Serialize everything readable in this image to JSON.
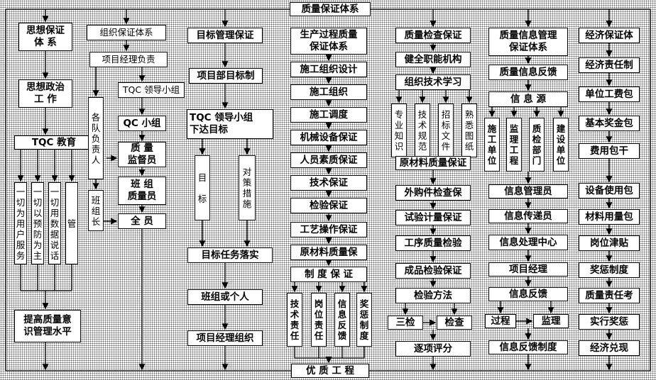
{
  "top": "质量保证体系",
  "bottom": "优 质 工 程",
  "col1": {
    "a": "思想保证\n体   系",
    "b": "思想政治\n工   作",
    "c": "TQC 教育",
    "v": [
      "一切为用户服务",
      "一切以预防为主",
      "一切用数据说话",
      "管"
    ],
    "d": "提高质量意\n识管理水平"
  },
  "col2": {
    "a": "组织保证体系",
    "b": "项目经理负责",
    "c": "各\n队\n负\n责\n人",
    "d": "TQC 领导小组",
    "e": "QC 小组",
    "f": "质   量\n监督员",
    "g": "班   组\n质量员",
    "h": "班\n组\n长",
    "i": "全   员"
  },
  "col3": {
    "a": "目标管理保证",
    "b": "项目部目标制",
    "c": "TQC 领导小组\n下达目标",
    "d": "目\n\n标",
    "e": "对\n策\n措\n施",
    "f": "目标任务落实",
    "g": "班组或个人",
    "h": "项目经理组织"
  },
  "col4": {
    "items": [
      "生产过程质量\n保证体系",
      "施工组织设计",
      "施工组织",
      "施工调度",
      "机械设备保证",
      "人员素质保证",
      "技术保证",
      "检验保证",
      "工艺操作保证",
      "原材料质量保"
    ],
    "sys": "制  度  保  证",
    "subs": [
      "技\n术\n责\n任",
      "岗\n位\n责\n任",
      "信\n息\n反\n馈",
      "奖\n惩\n制\n度"
    ]
  },
  "col5": {
    "items": [
      "质量检查保证",
      "健全职能机构",
      "组织技术学习"
    ],
    "subs": [
      "专\n业\n知\n识",
      "技\n术\n规\n范",
      "招\n标\n文\n件",
      "熟\n悉\n图\n纸"
    ],
    "items2": [
      "原材料质量保证",
      "外购件检查保",
      "试验计量保证",
      "工序质量检验",
      "成品检验保证",
      "检验方法"
    ],
    "m1": "三检",
    "m2": "检查",
    "last": "逐项评分"
  },
  "col6": {
    "a": "质量信息管理\n保证体系",
    "b": "质量信息反馈",
    "c": "信    息    源",
    "subs": [
      "施\n工\n单\n位",
      "监\n理\n工\n程",
      "质\n检\n部\n门",
      "建\n设\n单\n位"
    ],
    "items": [
      "信息管理员",
      "信息传递员",
      "信息处理中心",
      "项目经理",
      "信息反馈"
    ],
    "m1": "过程",
    "m2": "监理",
    "last": "信息反馈制度"
  },
  "col7": {
    "items": [
      "经济保证体",
      "经济责任制",
      "单位工费包",
      "基本奖金包",
      "费用包干",
      "设备使用包",
      "材料用量包",
      "岗位津贴",
      "奖惩制度",
      "质量责任考",
      "实行奖惩",
      "经济兑现"
    ]
  }
}
